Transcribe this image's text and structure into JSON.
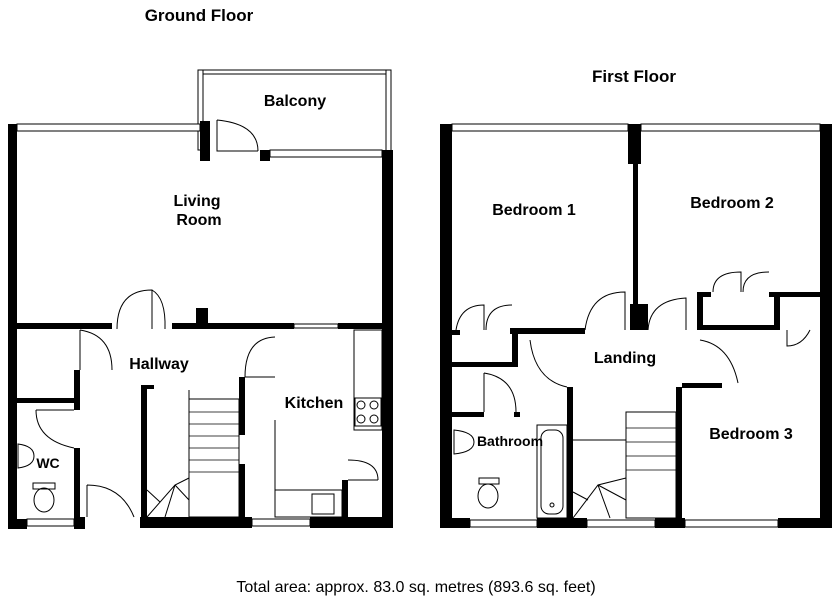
{
  "ground_floor": {
    "title": "Ground Floor",
    "rooms": {
      "balcony": "Balcony",
      "living_line1": "Living",
      "living_line2": "Room",
      "hallway": "Hallway",
      "kitchen": "Kitchen",
      "wc": "WC"
    }
  },
  "first_floor": {
    "title": "First Floor",
    "rooms": {
      "bedroom1": "Bedroom 1",
      "bedroom2": "Bedroom 2",
      "bedroom3": "Bedroom 3",
      "landing": "Landing",
      "bathroom": "Bathroom"
    }
  },
  "footer": {
    "total_area": "Total area: approx. 83.0 sq. metres (893.6 sq. feet)"
  }
}
